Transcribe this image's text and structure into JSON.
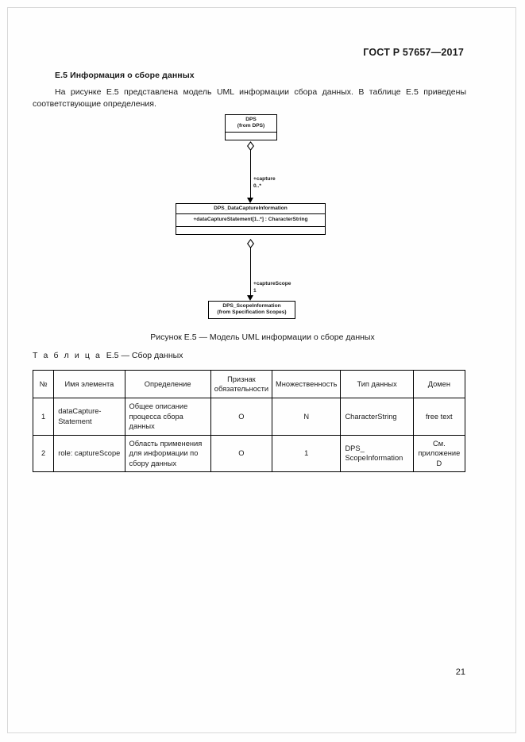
{
  "document": {
    "standard_header": "ГОСТ Р 57657—2017",
    "page_number": "21"
  },
  "section": {
    "heading": "Е.5 Информация о сборе данных",
    "paragraph": "На рисунке Е.5 представлена модель UML информации сбора данных. В таблице Е.5 приведены соответствующие определения."
  },
  "figure": {
    "caption": "Рисунок Е.5 — Модель UML информации о сборе данных",
    "diagram": {
      "classes": [
        {
          "name": "DPS",
          "stereotype": "(from DPS)",
          "attribute": ""
        },
        {
          "name": "DPS_DataCaptureInformation",
          "stereotype": "",
          "attribute": "+dataCaptureStatement[1..*] : CharacterString"
        },
        {
          "name": "DPS_ScopeInformation",
          "stereotype": "(from Specification Scopes)",
          "attribute": ""
        }
      ],
      "associations": [
        {
          "role": "+capture",
          "multiplicity": "0..*"
        },
        {
          "role": "+captureScope",
          "multiplicity": "1"
        }
      ]
    }
  },
  "table": {
    "caption_label": "Т а б л и ц а",
    "caption_text": "Е.5 — Сбор данных",
    "headers": [
      "№",
      "Имя элемента",
      "Определение",
      "Признак обязательности",
      "Множественность",
      "Тип данных",
      "Домен"
    ],
    "rows": [
      {
        "num": "1",
        "name": "dataCapture-Statement",
        "definition": "Общее описание процесса сбора данных",
        "obligation": "О",
        "multiplicity": "N",
        "type": "CharacterString",
        "domain": "free text"
      },
      {
        "num": "2",
        "name": "role: captureScope",
        "definition": "Область применения для информации по сбору данных",
        "obligation": "О",
        "multiplicity": "1",
        "type": "DPS_ ScopeInformation",
        "domain": "См. приложение D"
      }
    ]
  }
}
